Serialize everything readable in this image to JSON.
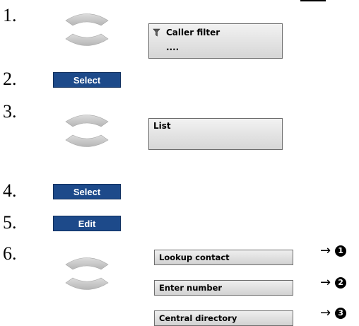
{
  "steps": [
    "1.",
    "2.",
    "3.",
    "4.",
    "5.",
    "6."
  ],
  "soft_keys": {
    "select": "Select",
    "edit": "Edit"
  },
  "screens": {
    "caller_filter": {
      "title": "Caller filter",
      "value": "...."
    },
    "list": {
      "title": "List"
    }
  },
  "menu_items": [
    "Lookup contact",
    "Enter number",
    "Central directory"
  ],
  "callouts": {
    "arrow": "→",
    "refs": [
      "1",
      "2",
      "3"
    ]
  },
  "colors": {
    "soft_key": "#1d4a8a",
    "nav_key": "#c4c4c4",
    "screen": "#e0e0e0"
  },
  "icons": {
    "nav": "navigation-key-icon",
    "filter": "caller-filter-icon"
  }
}
